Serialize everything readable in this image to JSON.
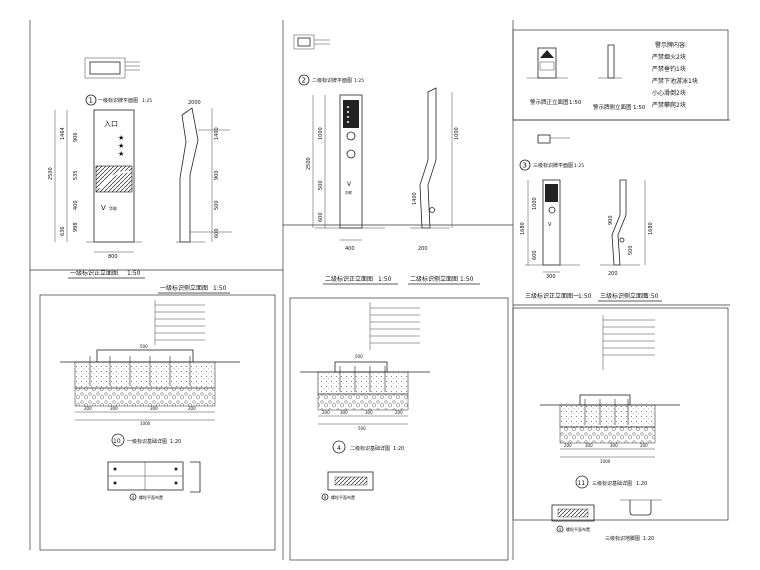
{
  "panels": {
    "sign1": {
      "plan_title": "一级标识牌平面图",
      "plan_scale": "1:25",
      "plan_num": "1",
      "entrance": "入口",
      "brand": "华联",
      "front_title": "一级标识正立面图",
      "front_scale": "1:50",
      "side_title": "一级标识侧立面图",
      "side_scale": "1:50",
      "dims_left": [
        "2500",
        "1464",
        "906",
        "535",
        "400",
        "636",
        "998"
      ],
      "dim_bottom": "800",
      "dims_right": [
        "2000",
        "1400",
        "900",
        "500",
        "600"
      ]
    },
    "sign2": {
      "plan_title": "二级标识牌平面图",
      "plan_scale": "1:25",
      "plan_num": "2",
      "brand": "华联",
      "front_title": "二级标识正立面图",
      "front_scale": "1:50",
      "side_title": "二级标识侧立面图",
      "side_scale": "1:50",
      "dims_left": [
        "2500",
        "1000",
        "500",
        "600"
      ],
      "dim_bottom": "400",
      "dims_right": [
        "1000",
        "1400",
        "200"
      ]
    },
    "notice": {
      "front_title": "警示牌正立面图",
      "front_scale": "1:50",
      "side_title": "警示牌侧立面图",
      "side_scale": "1:50",
      "lines": [
        "警示牌内容:",
        "严禁烟火2块",
        "严禁垂钓1块",
        "严禁下池游泳1块",
        "小心滑倒2块",
        "严禁攀爬2块"
      ]
    },
    "sign3": {
      "plan_title": "三级标识牌平面图",
      "plan_scale": "1:25",
      "plan_num": "3",
      "front_title": "三级标识正立面图一",
      "front_scale": "1:50",
      "side_title": "三级标识侧立面图",
      "side_scale": "1:50",
      "dims_left": [
        "1680",
        "1000",
        "600"
      ],
      "dim_bottom": "300",
      "dims_right": [
        "1680",
        "900",
        "500"
      ],
      "dim_side_bottom": "200"
    },
    "found1": {
      "num": "10",
      "title": "一级标识基础详图",
      "scale": "1:20",
      "detail_num": "4",
      "detail_title": "螺栓平面布置",
      "dims": [
        "200",
        "300",
        "300",
        "200",
        "1000",
        "500"
      ]
    },
    "found2": {
      "num": "4",
      "title": "二级标识基础详图",
      "scale": "1:20",
      "detail_num": "9",
      "detail_title": "螺栓平面布置",
      "dims": [
        "200",
        "300",
        "300",
        "200",
        "500",
        "500"
      ]
    },
    "found3": {
      "num": "11",
      "title": "三级标识基础详图",
      "scale": "1:20",
      "detail_num": "4",
      "detail_title": "螺栓平面布置",
      "detail2_title": "三级标识地脚图",
      "detail2_scale": "1:20",
      "dims": [
        "200",
        "300",
        "300",
        "200",
        "1000"
      ]
    }
  }
}
